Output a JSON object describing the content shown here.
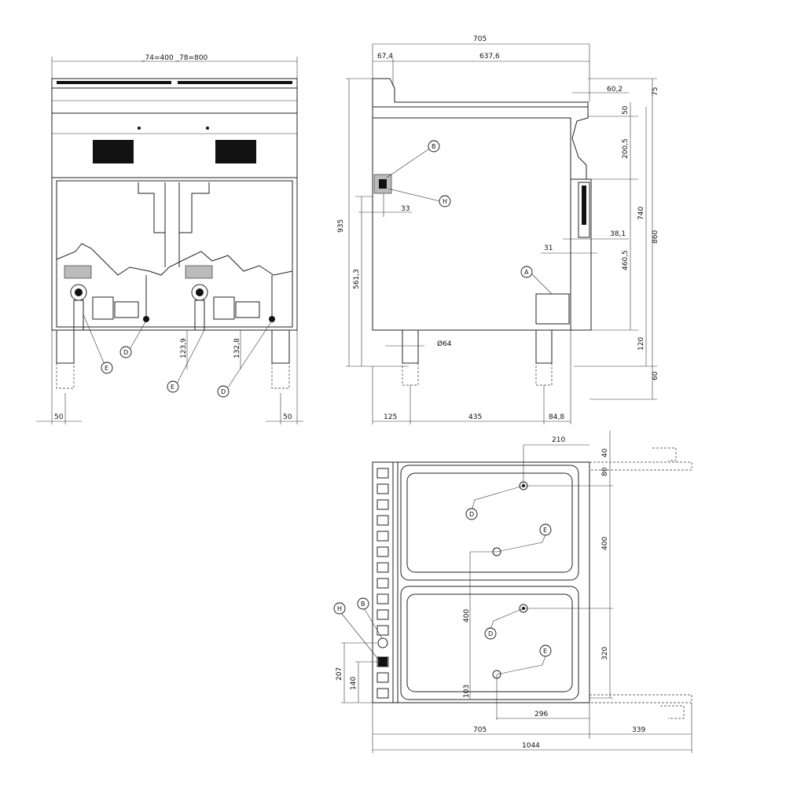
{
  "front_view": {
    "top_width": "_74=400 _78=800",
    "left_foot": "50",
    "right_foot": "50",
    "dim_123": "123,9",
    "dim_132": "132,8",
    "callouts": [
      "D",
      "E",
      "E",
      "D"
    ]
  },
  "side_view": {
    "total_width": "705",
    "left_offset": "67,4",
    "top_width": "637,6",
    "right_offset": "60,2",
    "height_total": "935",
    "height_lower": "561,3",
    "dim_33": "33",
    "dim_31": "31",
    "dim_75": "75",
    "dim_50": "50",
    "dim_200": "200,5",
    "dim_740": "740",
    "dim_860": "860",
    "dim_38": "38,1",
    "dim_460": "460,5",
    "dim_120": "120",
    "dim_60": "60",
    "leg_diameter": "Ø64",
    "bottom_left": "125",
    "bottom_mid": "435",
    "bottom_right": "84,8",
    "callouts": [
      "B",
      "H",
      "A"
    ]
  },
  "top_view": {
    "dim_210": "210",
    "dim_40": "40",
    "dim_80": "80",
    "dim_400_right": "400",
    "dim_320": "320",
    "dim_400_mid": "400",
    "dim_103": "103",
    "dim_296": "296",
    "dim_207": "207",
    "dim_140": "140",
    "width_705": "705",
    "width_339": "339",
    "width_1044": "1044",
    "callouts": [
      "D",
      "E",
      "D",
      "E",
      "H",
      "B"
    ]
  }
}
